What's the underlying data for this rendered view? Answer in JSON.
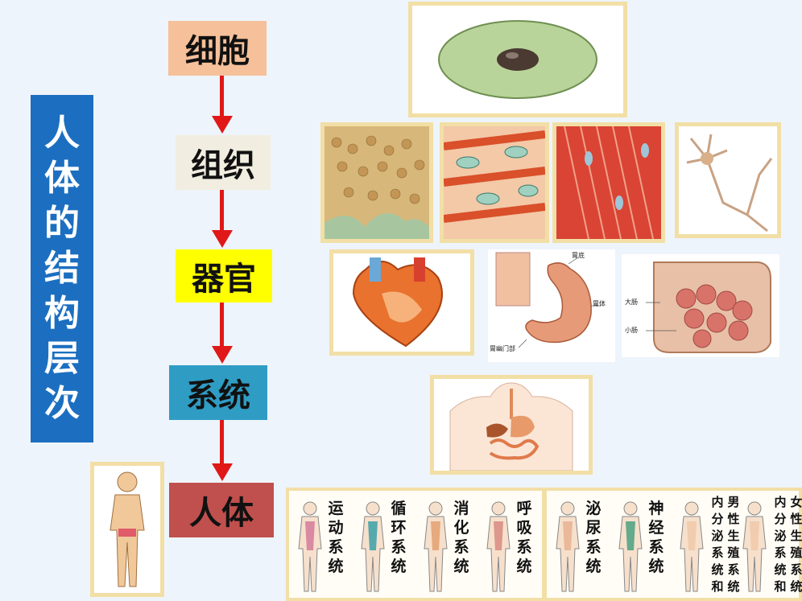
{
  "title": "人体的结构层次",
  "levels": [
    {
      "label": "细胞",
      "color": "#f5c09a"
    },
    {
      "label": "组织",
      "color": "#f1ede0"
    },
    {
      "label": "器官",
      "color": "#ffff00"
    },
    {
      "label": "系统",
      "color": "#2f9cc4"
    },
    {
      "label": "人体",
      "color": "#c0504d"
    }
  ],
  "image_labels": {
    "stomach": {
      "top": "胃底",
      "side": "胃体",
      "bottom": "胃幽门部"
    },
    "intestine": {
      "large": "大肠",
      "small": "小肠"
    }
  },
  "systems": [
    {
      "label": "运动系统"
    },
    {
      "label": "循环系统"
    },
    {
      "label": "消化系统"
    },
    {
      "label": "呼吸系统"
    },
    {
      "label": "泌尿系统"
    },
    {
      "label": "神经系统"
    },
    {
      "label": "内分泌系统和",
      "label2": "男性生殖系统"
    },
    {
      "label": "内分泌系统和",
      "label2": "女性生殖系统"
    }
  ],
  "colors": {
    "title_bg": "#1c6fc0",
    "arrow": "#e01818",
    "frame": "#f2dfa6",
    "background": "#eef4fb"
  }
}
